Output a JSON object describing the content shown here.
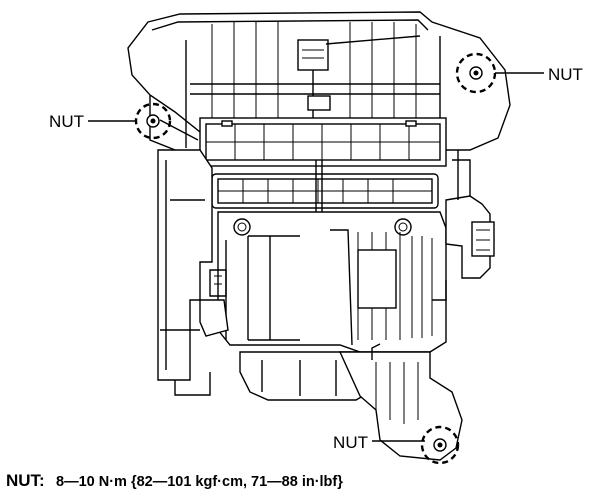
{
  "callouts": [
    {
      "id": "nut-left",
      "label": "NUT"
    },
    {
      "id": "nut-right",
      "label": "NUT"
    },
    {
      "id": "nut-bottom",
      "label": "NUT"
    }
  ],
  "spec": {
    "key": "NUT:",
    "value": "8—10 N·m {82—101 kgf·cm, 71—88 in·lbf}"
  }
}
